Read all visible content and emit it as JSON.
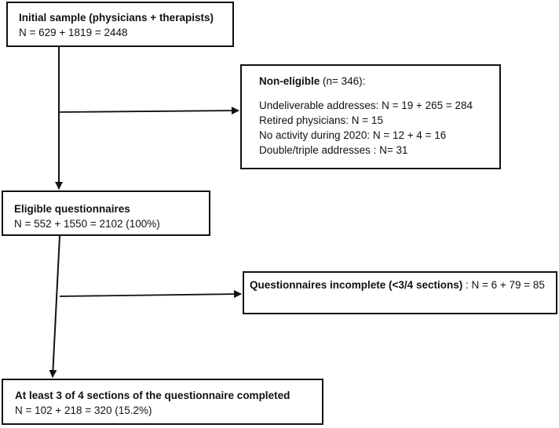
{
  "initial": {
    "title": "Initial sample (physicians + therapists)",
    "count": "N = 629 + 1819 = 2448"
  },
  "non_eligible": {
    "title": "Non-eligible",
    "title_suffix": " (n= 346):",
    "items": [
      "Undeliverable addresses: N = 19 + 265 = 284",
      "Retired physicians: N = 15",
      "No activity during 2020: N = 12 + 4 = 16",
      "Double/triple addresses : N= 31"
    ]
  },
  "eligible": {
    "title": "Eligible questionnaires",
    "count": "N = 552 + 1550 = 2102 (100%)"
  },
  "incomplete": {
    "title": "Questionnaires incomplete (<3/4 sections)",
    "count": " : N = 6 + 79 = 85"
  },
  "completed": {
    "title": "At least 3 of 4 sections of the questionnaire completed",
    "count": "N = 102 + 218 = 320 (15.2%)"
  }
}
